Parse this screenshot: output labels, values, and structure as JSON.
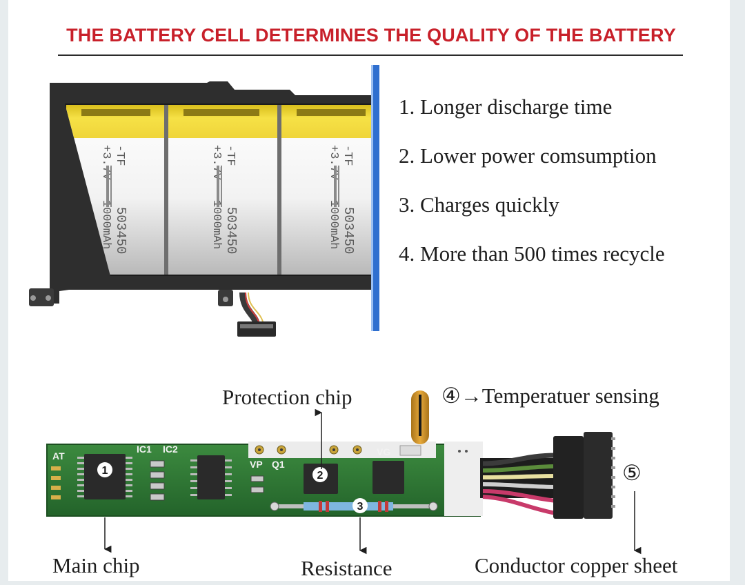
{
  "headline": "THE BATTERY CELL DETERMINES THE QUALITY OF THE BATTERY",
  "features": [
    "1. Longer discharge time",
    "2. Lower power comsumption",
    "3. Charges quickly",
    "4. More than 500 times recycle"
  ],
  "cell_print": {
    "brand": "-TF",
    "voltage": "+3.7V",
    "model": "503450",
    "capacity": "1000mAh"
  },
  "pcb_labels": {
    "left": "AT",
    "ic1": "IC1",
    "ic2": "IC2",
    "vp": "VP",
    "q1": "Q1",
    "vg": "VG"
  },
  "markers": {
    "main_chip": "1",
    "protection_chip": "2",
    "resistance": "3",
    "temp_sensing": "4",
    "conductor": "5"
  },
  "callouts": {
    "protection_chip": "Protection chip",
    "temp_sensing": "④→Temperatuer sensing",
    "conductor_marker": "⑤",
    "main_chip": "Main chip",
    "resistance": "Resistance",
    "conductor": "Conductor copper sheet"
  },
  "colors": {
    "headline": "#c8202a",
    "frame": "#e7ecee",
    "blue_edge": "#2f6fcf",
    "pcb": "#2f7a35",
    "cell_tape": "#f3dc3a"
  }
}
